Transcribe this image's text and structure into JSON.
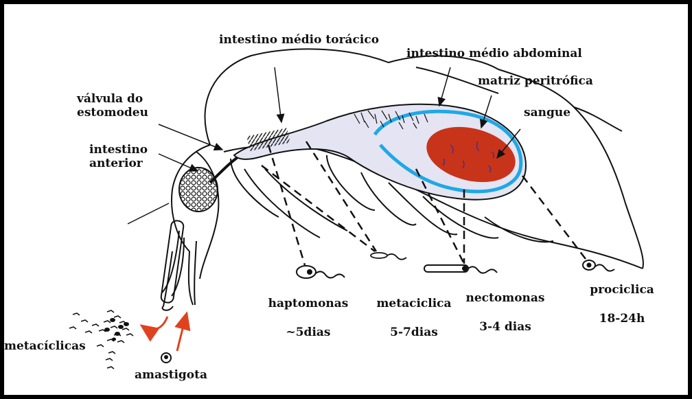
{
  "labels": {
    "intestino_medio_toracico": "intestino médio torácico",
    "intestino_medio_abdominal": "intestino médio abdominal",
    "matriz_peritrofica": "matriz peritrófica",
    "sangue": "sangue",
    "valvula_line1": "válvula do",
    "valvula_line2": "estomodeu",
    "intestino_line1": "intestino",
    "intestino_line2": "anterior"
  },
  "stages": [
    {
      "name": "haptomonas",
      "time": "~5dias"
    },
    {
      "name": "metaciclica",
      "time": "5-7dias"
    },
    {
      "name": "nectomonas",
      "time": "3-4 dias"
    },
    {
      "name": "prociclica",
      "time": "18-24h"
    }
  ],
  "bottom_left": {
    "metaciclicas": "metacíclicas",
    "amastigota": "amastigota"
  },
  "colors": {
    "outline": "#111111",
    "midgut_fill": "#e4e4f2",
    "peritrophic_matrix": "#1ea8e6",
    "blood": "#c8341a",
    "arrow_red": "#e0421e"
  }
}
